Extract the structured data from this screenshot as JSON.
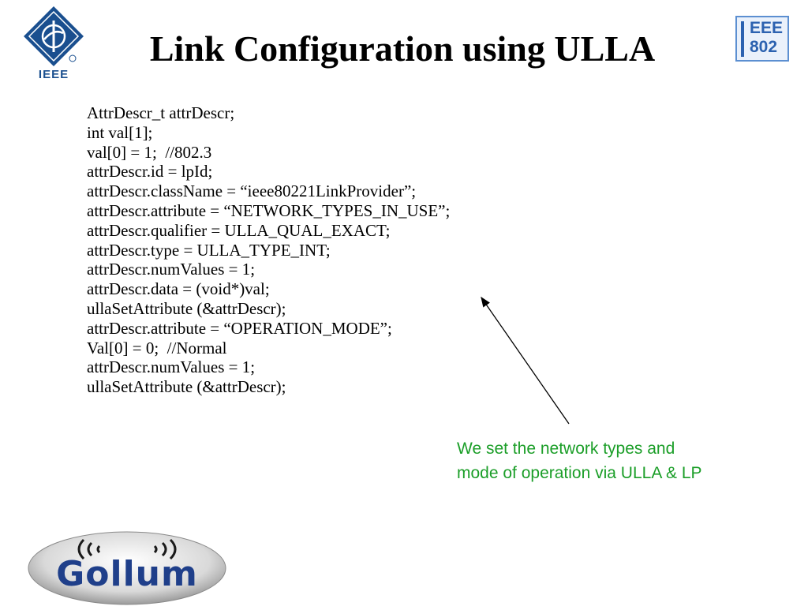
{
  "header": {
    "title": "Link Configuration using ULLA",
    "left_logo": {
      "icon": "ieee-diamond-logo-icon",
      "text": "IEEE",
      "color": "#1a4f8f"
    },
    "right_logo": {
      "icon": "ieee-802-logo-icon",
      "line1": "EEE",
      "line2": "802",
      "color": "#2c62b0"
    }
  },
  "code_lines": [
    "AttrDescr_t attrDescr;",
    "int val[1];",
    "val[0] = 1;  //802.3",
    "attrDescr.id = lpId;",
    "attrDescr.className = “ieee80221LinkProvider”;",
    "attrDescr.attribute = “NETWORK_TYPES_IN_USE”;",
    "attrDescr.qualifier = ULLA_QUAL_EXACT;",
    "attrDescr.type = ULLA_TYPE_INT;",
    "attrDescr.numValues = 1;",
    "attrDescr.data = (void*)val;",
    "ullaSetAttribute (&attrDescr);",
    "attrDescr.attribute = “OPERATION_MODE”;",
    "Val[0] = 0;  //Normal",
    "attrDescr.numValues = 1;",
    "ullaSetAttribute (&attrDescr);"
  ],
  "callout": {
    "line1": "We set the network types and",
    "line2": "mode of operation via ULLA & LP",
    "color": "#1b9e28"
  },
  "footer": {
    "logo": {
      "icon": "golum-logo-icon",
      "text": "Gollum",
      "color": "#1f3f8a"
    }
  }
}
